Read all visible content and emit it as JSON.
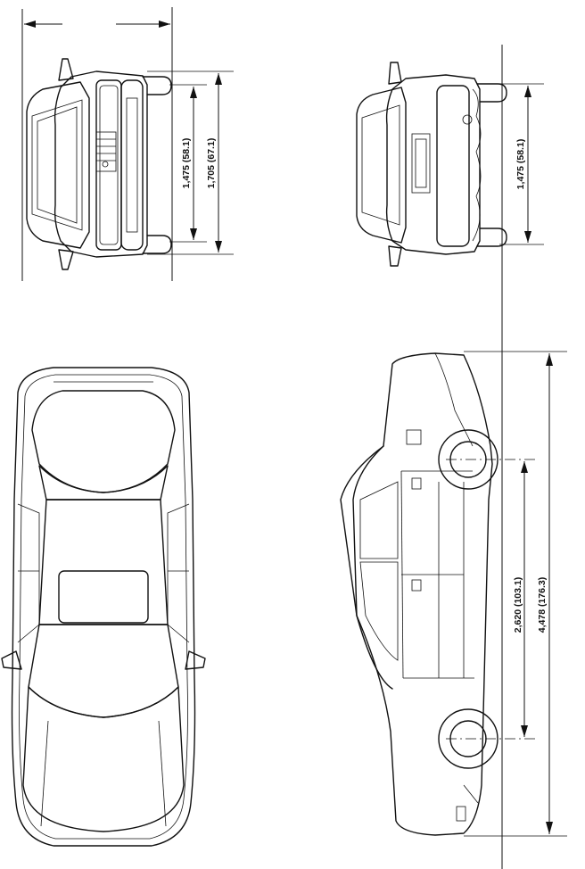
{
  "dimensions": {
    "front_track": "1,475 (58.1)",
    "overall_width": "1,705 (67.1)",
    "rear_track": "1,475 (58.1)",
    "wheelbase": "2,620 (103.1)",
    "overall_length": "4,478 (176.3)"
  }
}
